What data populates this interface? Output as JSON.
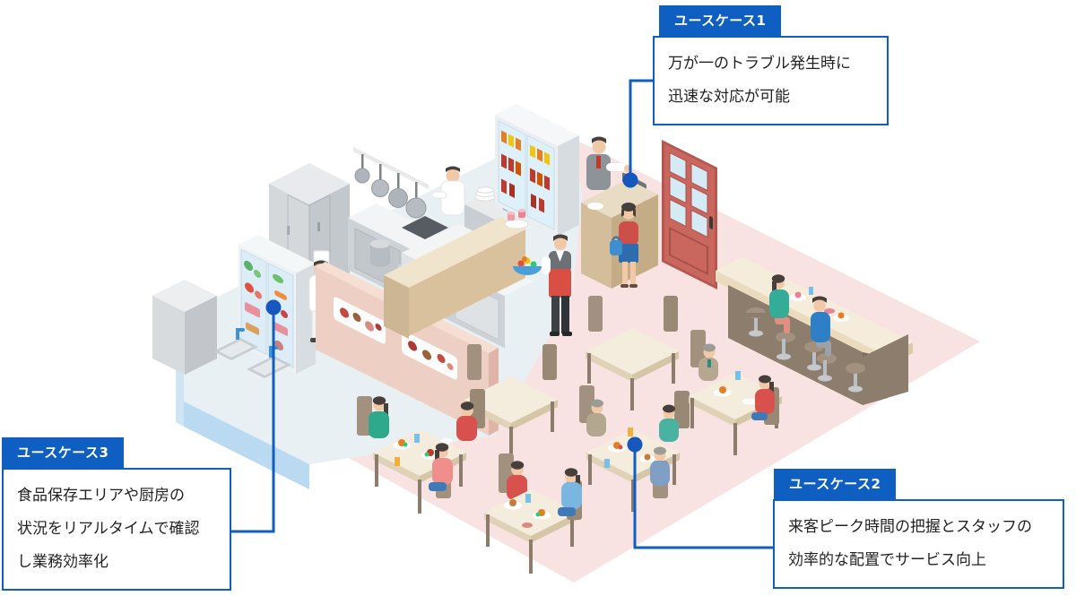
{
  "accent_color": "#0e5fc1",
  "connector_dot_color": "#1557bd",
  "callouts": [
    {
      "id": "usecase-1",
      "label": "ユースケース1",
      "lines": [
        "万が一のトラブル発生時に",
        "迅速な対応が可能"
      ]
    },
    {
      "id": "usecase-2",
      "label": "ユースケース2",
      "lines": [
        "来客ピーク時間の把握とスタッフの",
        "効率的な配置でサービス向上"
      ]
    },
    {
      "id": "usecase-3",
      "label": "ユースケース3",
      "lines": [
        " 食品保存エリアや厨房の",
        "状況をリアルタイムで確認",
        "し業務効率化"
      ]
    }
  ],
  "colors": {
    "dining_floor": "#f8e3e2",
    "kitchen_floor": "#e9f0f3",
    "kitchen_floor_edge": "#badaf1",
    "partition_wall": "#eecfc3",
    "door_red": "#c9675f",
    "table_top": "#f4ecdc",
    "chair_wood": "#a39180",
    "cabinet_gray": "#c9ced3"
  }
}
